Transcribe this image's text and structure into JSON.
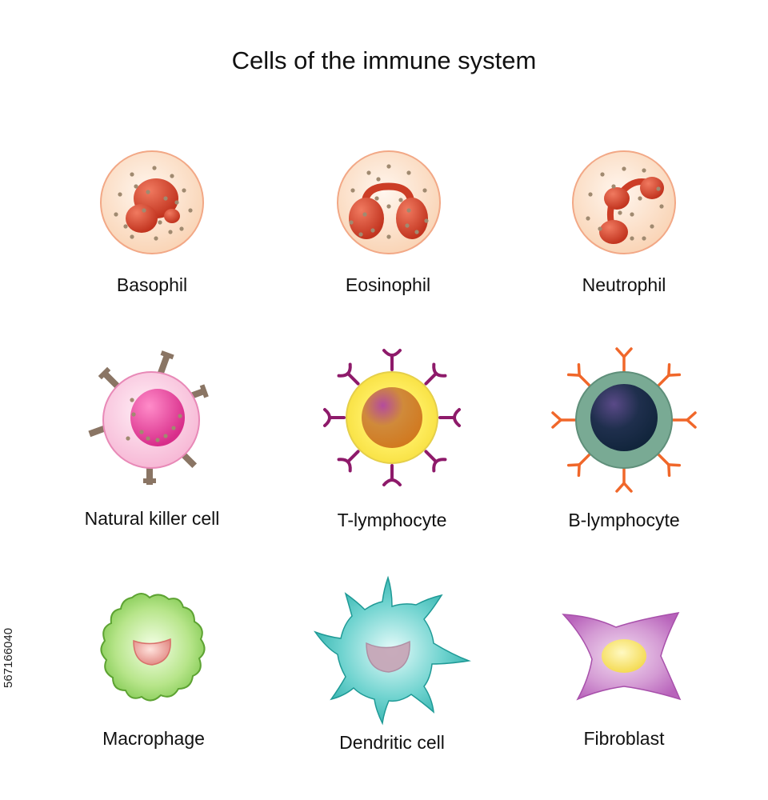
{
  "title": "Cells of the immune system",
  "cells": [
    {
      "label": "Basophil"
    },
    {
      "label": "Eosinophil"
    },
    {
      "label": "Neutrophil"
    },
    {
      "label": "Natural killer cell"
    },
    {
      "label": "T-lymphocyte"
    },
    {
      "label": "B-lymphocyte"
    },
    {
      "label": "Macrophage"
    },
    {
      "label": "Dendritic cell"
    },
    {
      "label": "Fibroblast"
    }
  ],
  "stock_id": "567166040",
  "colors": {
    "granulocyte_body": "#fbdcc4",
    "granulocyte_border": "#f2a886",
    "nucleus_red": "#cc3d26",
    "granule": "#a08a70",
    "nk_body": "#f9c3dc",
    "nk_nucleus": "#e8439a",
    "nk_receptor": "#8a7564",
    "t_body": "#fff06a",
    "t_nucleus": "#c8822a",
    "t_receptor": "#8e1a6a",
    "b_body": "#79aa94",
    "b_nucleus": "#1c2a44",
    "b_receptor": "#f0672a",
    "macrophage": "#8dd45a",
    "dendritic": "#2cb3b0",
    "fibroblast": "#c77bc8",
    "inner_nucleus": "#e28a88",
    "fibroblast_nucleus": "#f5e25a"
  }
}
